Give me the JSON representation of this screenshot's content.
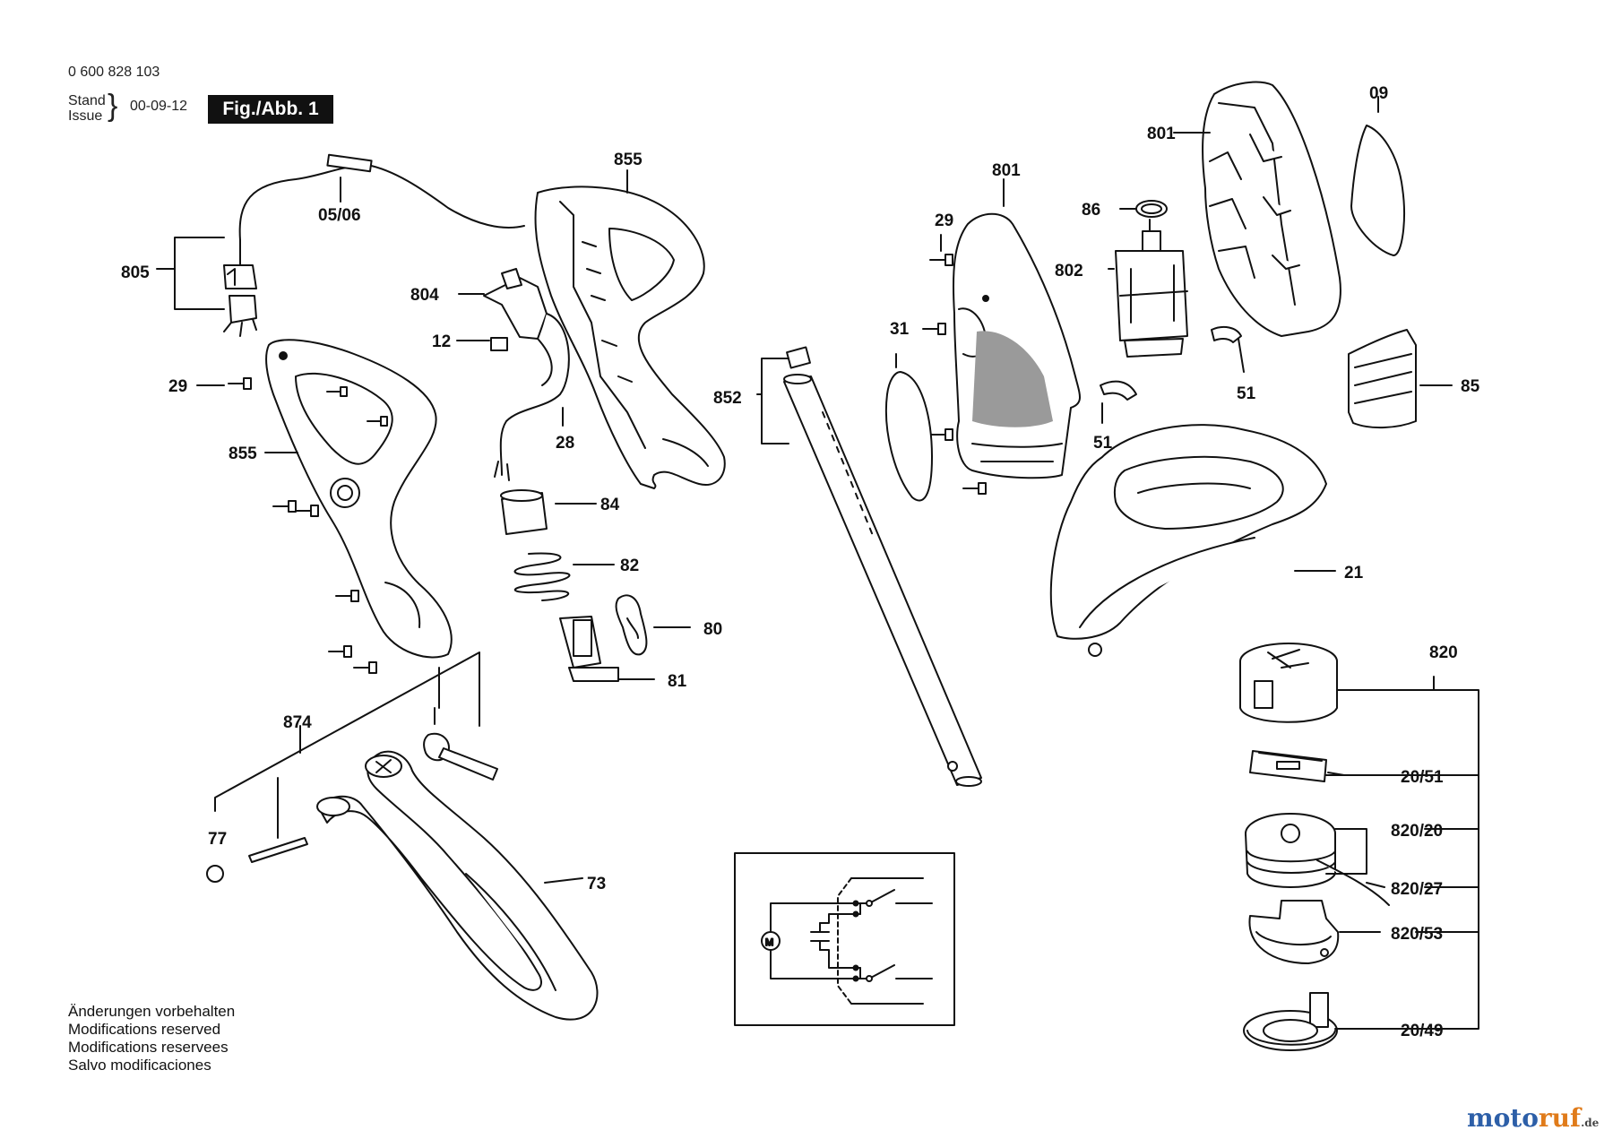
{
  "header": {
    "doc_number": "0 600 828 103",
    "stand": "Stand",
    "issue": "Issue",
    "date": "00-09-12",
    "fig_label": "Fig./Abb. 1"
  },
  "notes": [
    "Änderungen vorbehalten",
    "Modifications reserved",
    "Modifications reservees",
    "Salvo modificaciones"
  ],
  "watermark": {
    "main": "moto",
    "accent": "ruf",
    "suffix": ".de"
  },
  "labels": {
    "p0506": "05/06",
    "p805": "805",
    "p29a": "29",
    "p855a": "855",
    "p804": "804",
    "p12": "12",
    "p28": "28",
    "p84": "84",
    "p82": "82",
    "p80": "80",
    "p81": "81",
    "p855b": "855",
    "p852": "852",
    "p874": "874",
    "p77": "77",
    "p73": "73",
    "p801a": "801",
    "p29b": "29",
    "p31": "31",
    "p86": "86",
    "p802": "802",
    "p51a": "51",
    "p51b": "51",
    "p801b": "801",
    "p09": "09",
    "p85": "85",
    "p21": "21",
    "p820": "820",
    "p2051": "20/51",
    "p82020": "820/20",
    "p82027": "820/27",
    "p82053": "820/53",
    "p2049": "20/49"
  },
  "colors": {
    "line": "#111111",
    "part_fill": "#ffffff",
    "shade": "#9a9a9a",
    "dark": "#333333"
  }
}
